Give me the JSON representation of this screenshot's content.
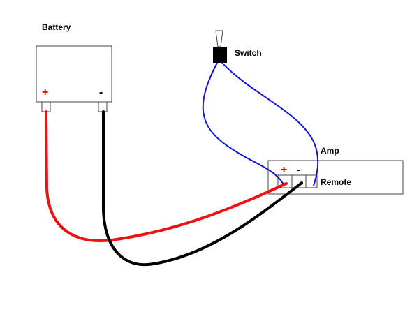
{
  "labels": {
    "battery": "Battery",
    "switch": "Switch",
    "amp": "Amp",
    "remote": "Remote"
  },
  "symbols": {
    "battery_positive": "+",
    "battery_negative": "-",
    "amp_positive": "+",
    "amp_negative": "-"
  },
  "colors": {
    "positive_wire": "#ee1111",
    "ground_wire": "#000000",
    "remote_wire": "#1111dd",
    "positive_symbol": "#dd0000",
    "outline": "#444444"
  }
}
